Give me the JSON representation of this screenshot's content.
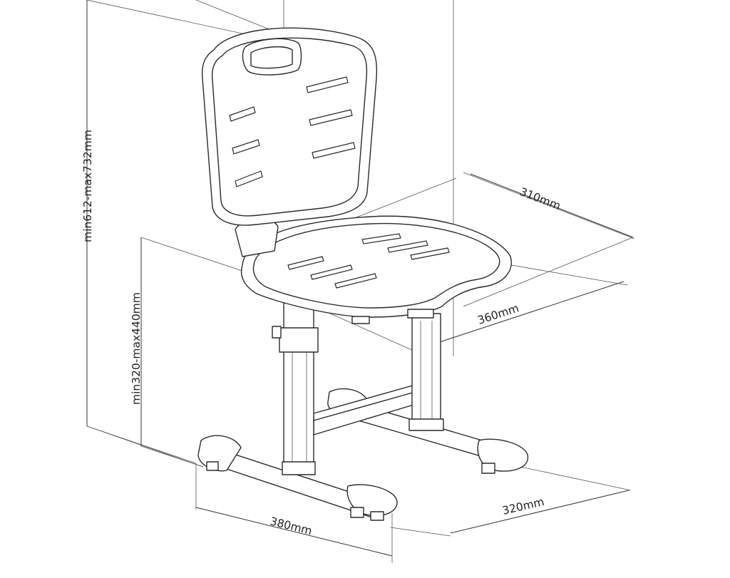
{
  "dimensions": {
    "total_height": "min612-max732mm",
    "seat_height": "min320-max440mm",
    "backrest_width": "310mm",
    "seat_width": "360mm",
    "base_depth": "320mm",
    "base_width": "380mm"
  },
  "colors": {
    "line": "#2a2a2a",
    "background": "#ffffff"
  }
}
